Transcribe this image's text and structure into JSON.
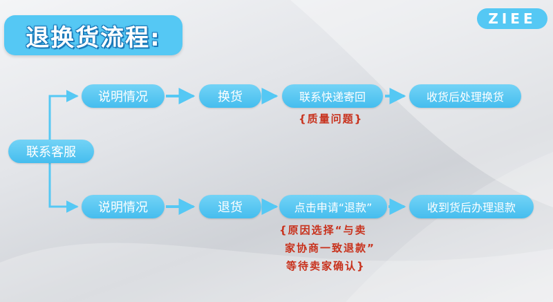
{
  "title": "退换货流程:",
  "brand": "ZIEE",
  "root_node": "联系客服",
  "exchange_flow": {
    "step1": "说明情况",
    "step2": "换货",
    "step3": "联系快递寄回",
    "step4": "收货后处理换货",
    "note": "{质量问题}"
  },
  "return_flow": {
    "step1": "说明情况",
    "step2": "退货",
    "step3": "点击申请“退款”",
    "step4": "收到货后办理退款",
    "note_lines": [
      "{原因选择“与卖",
      "家协商一致退款”",
      "等待卖家确认}"
    ]
  },
  "colors": {
    "node_fill": "#55c8f4",
    "arrow": "#55c8f4",
    "note_text": "#c8311c"
  }
}
